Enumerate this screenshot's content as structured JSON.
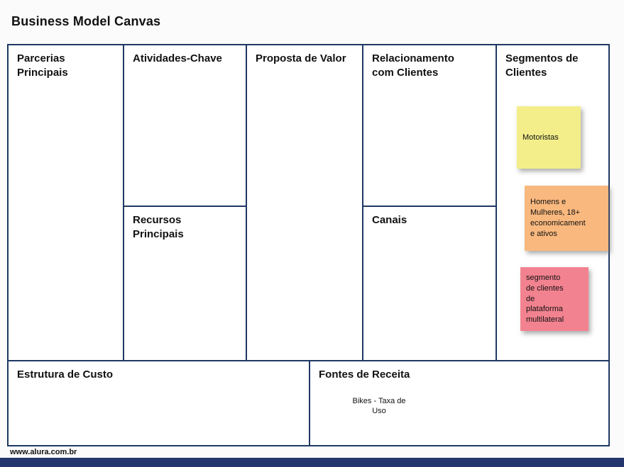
{
  "page": {
    "title": "Business Model Canvas",
    "footer_url": "www.alura.com.br",
    "accent_color": "#1f3864"
  },
  "sections": {
    "parcerias": "Parcerias\nPrincipais",
    "atividades": "Atividades-Chave",
    "recursos": "Recursos\nPrincipais",
    "proposta": "Proposta de Valor",
    "relacionamento": "Relacionamento\ncom Clientes",
    "canais": "Canais",
    "segmentos": "Segmentos de\nClientes",
    "estrutura": "Estrutura de Custo",
    "fontes": "Fontes de Receita"
  },
  "notes": {
    "motoristas": {
      "text": "Motoristas",
      "color": "#f3ee8a"
    },
    "publico": {
      "text": "Homens e\nMulheres, 18+\neconomicament\ne ativos",
      "color": "#f9b87e"
    },
    "segmento": {
      "text": "segmento\nde clientes\nde\nplataforma\nmultilateral",
      "color": "#f2828f"
    }
  },
  "receita": {
    "note": "Bikes - Taxa de\nUso"
  }
}
